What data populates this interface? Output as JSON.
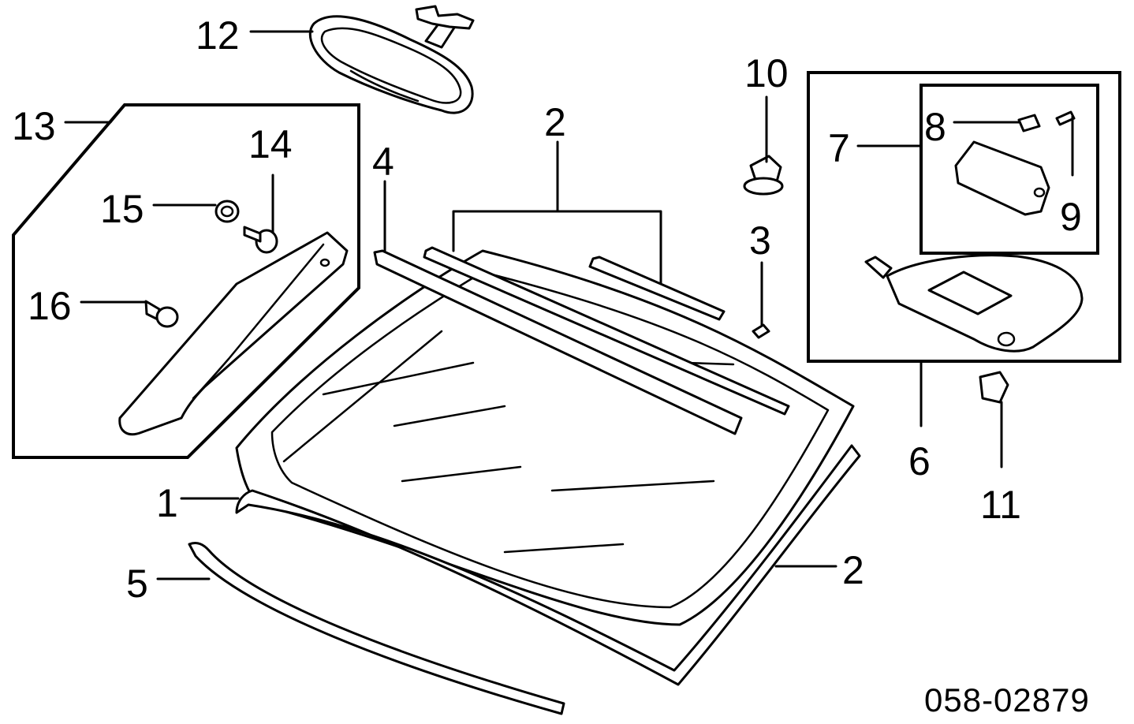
{
  "callouts": {
    "c1": "1",
    "c2_top": "2",
    "c2_right": "2",
    "c3": "3",
    "c4": "4",
    "c5": "5",
    "c6": "6",
    "c7": "7",
    "c8": "8",
    "c9": "9",
    "c10": "10",
    "c11": "11",
    "c12": "12",
    "c13": "13",
    "c14": "14",
    "c15": "15",
    "c16": "16"
  },
  "reference_number": "058-02879"
}
